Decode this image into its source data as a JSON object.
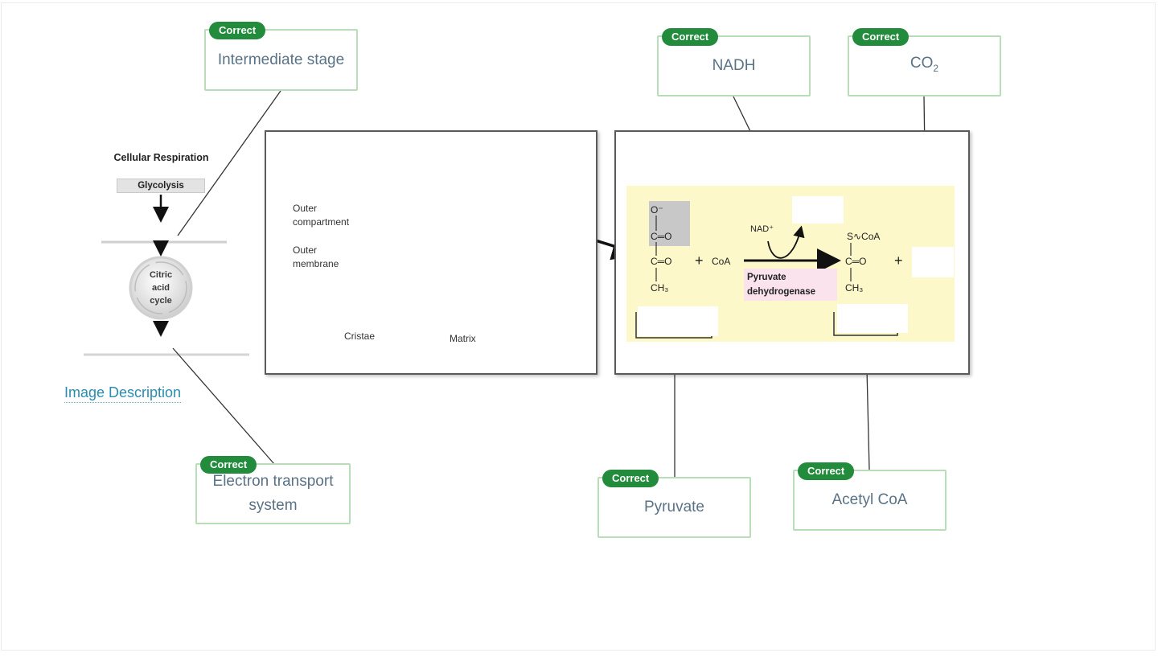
{
  "badges": {
    "correct": "Correct"
  },
  "answers": {
    "intermediate": "Intermediate stage",
    "electron": "Electron transport system",
    "nadh": "NADH",
    "co2": "CO",
    "co2_sub": "2",
    "pyruvate": "Pyruvate",
    "acetyl": "Acetyl CoA"
  },
  "overview": {
    "title": "Cellular Respiration",
    "glycolysis": "Glycolysis",
    "cycle_line1": "Citric",
    "cycle_line2": "acid",
    "cycle_line3": "cycle"
  },
  "image_description_link": "Image Description",
  "mitochondrion": {
    "outer_compartment_1": "Outer",
    "outer_compartment_2": "compartment",
    "outer_membrane_1": "Outer",
    "outer_membrane_2": "membrane",
    "cristae": "Cristae",
    "matrix": "Matrix"
  },
  "reaction": {
    "o_minus": "O⁻",
    "c_eq_o_1": "C═O",
    "c_eq_o_2": "C═O",
    "ch3_left": "CH₃",
    "plus_1": "+",
    "coa": "CoA",
    "nad": "NAD⁺",
    "enzyme_line1": "Pyruvate",
    "enzyme_line2": "dehydrogenase",
    "s_coa": "S∿CoA",
    "c_eq_o_3": "C═O",
    "ch3_right": "CH₃",
    "plus_2": "+"
  },
  "colors": {
    "badge_green": "#228b3c",
    "box_border": "#b9ddb9",
    "answer_text": "#5a7286",
    "link_blue": "#2a8caf",
    "reaction_bg": "#fdf8c9",
    "mito_red": "#b83a2a"
  }
}
